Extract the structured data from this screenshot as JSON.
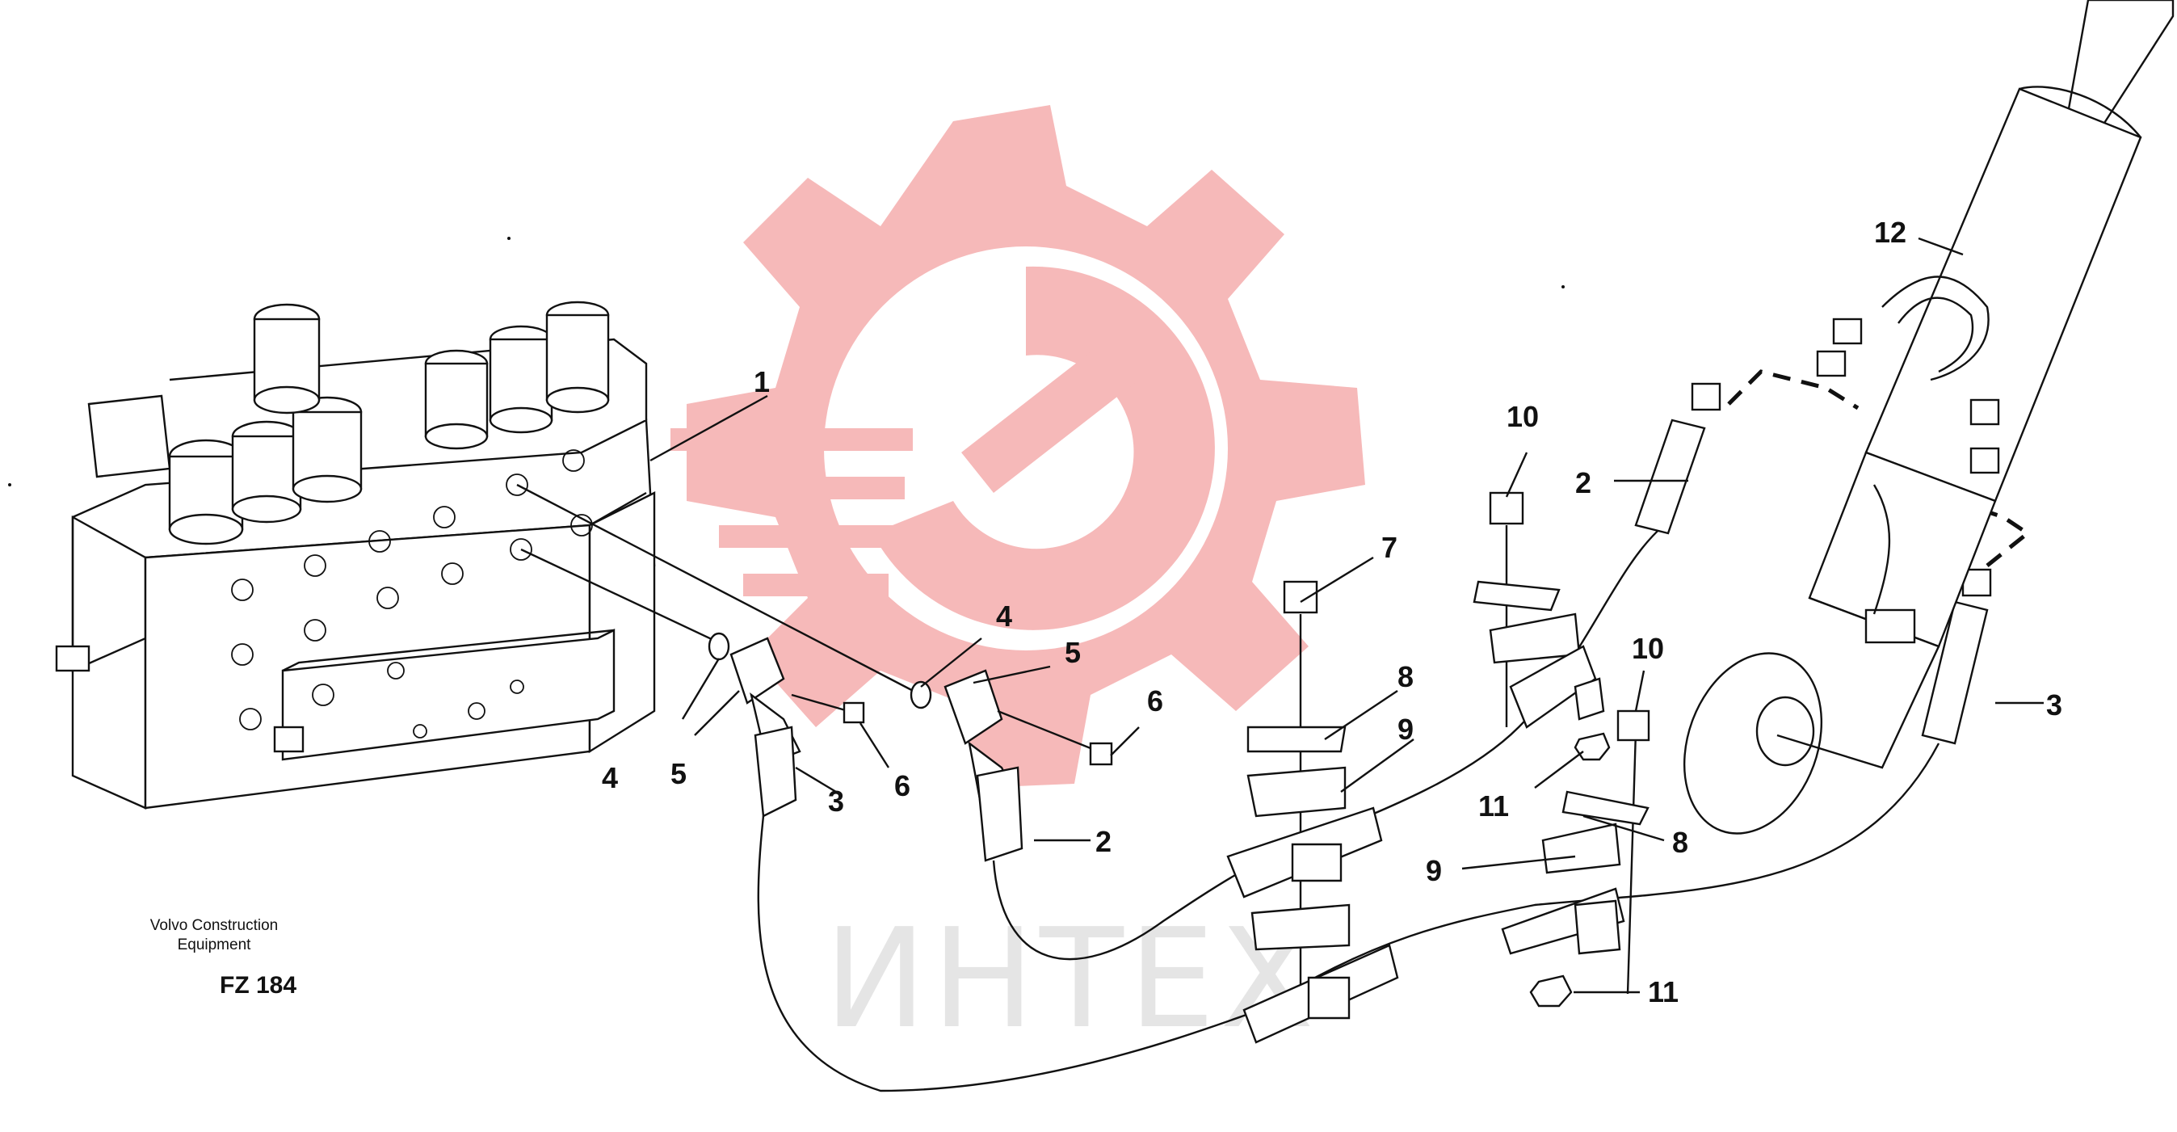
{
  "watermark": {
    "brand_text": "ИНТЕХ",
    "logo_color": "#f6b9b9",
    "text_color": "#e5e5e5"
  },
  "caption": {
    "line1": "Volvo Construction",
    "line2": "Equipment",
    "code": "FZ 184"
  },
  "callouts": [
    {
      "id": "c1a",
      "text": "1"
    },
    {
      "id": "c2a",
      "text": "2"
    },
    {
      "id": "c2b",
      "text": "2"
    },
    {
      "id": "c3a",
      "text": "3"
    },
    {
      "id": "c3b",
      "text": "3"
    },
    {
      "id": "c4a",
      "text": "4"
    },
    {
      "id": "c4b",
      "text": "4"
    },
    {
      "id": "c5a",
      "text": "5"
    },
    {
      "id": "c5b",
      "text": "5"
    },
    {
      "id": "c6a",
      "text": "6"
    },
    {
      "id": "c6b",
      "text": "6"
    },
    {
      "id": "c7a",
      "text": "7"
    },
    {
      "id": "c8a",
      "text": "8"
    },
    {
      "id": "c8b",
      "text": "8"
    },
    {
      "id": "c9a",
      "text": "9"
    },
    {
      "id": "c9b",
      "text": "9"
    },
    {
      "id": "c10a",
      "text": "10"
    },
    {
      "id": "c10b",
      "text": "10"
    },
    {
      "id": "c11a",
      "text": "11"
    },
    {
      "id": "c11b",
      "text": "11"
    },
    {
      "id": "c12a",
      "text": "12"
    }
  ]
}
